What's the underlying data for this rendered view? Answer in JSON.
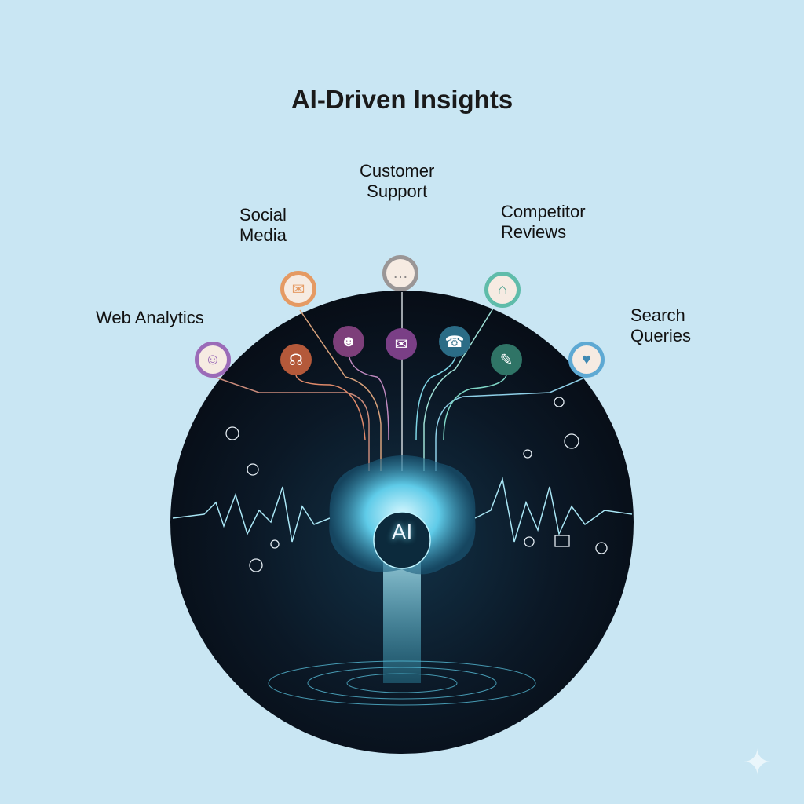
{
  "title": "AI-Driven Insights",
  "sources": [
    {
      "id": "web-analytics",
      "lines": [
        "Web Analytics"
      ],
      "icon": "user-analytics-icon",
      "color": "#9b6bb8"
    },
    {
      "id": "social-media",
      "lines": [
        "Social",
        "Media"
      ],
      "icon": "envelope-icon",
      "color": "#e59a63"
    },
    {
      "id": "customer-support",
      "lines": [
        "Customer",
        "Support"
      ],
      "icon": "chat-bubble-icon",
      "color": "#9a9696"
    },
    {
      "id": "competitor-reviews",
      "lines": [
        "Competitor",
        "Reviews"
      ],
      "icon": "storefront-icon",
      "color": "#5fbcaa"
    },
    {
      "id": "search-queries",
      "lines": [
        "Search",
        "Queries"
      ],
      "icon": "search-heart-icon",
      "color": "#5ea9d3"
    }
  ],
  "inner_icons": [
    {
      "icon": "headset-icon",
      "color": "#b4593a"
    },
    {
      "icon": "profile-camera-icon",
      "color": "#7d3f7a"
    },
    {
      "icon": "envelope-icon",
      "color": "#7a3f86"
    },
    {
      "icon": "support-agent-icon",
      "color": "#2b6c86"
    },
    {
      "icon": "review-icon",
      "color": "#2f7466"
    }
  ],
  "center_label": "AI",
  "colors": {
    "background": "#c9e6f3",
    "sphere": "#0b1522",
    "glow": "#7fe8ff"
  }
}
